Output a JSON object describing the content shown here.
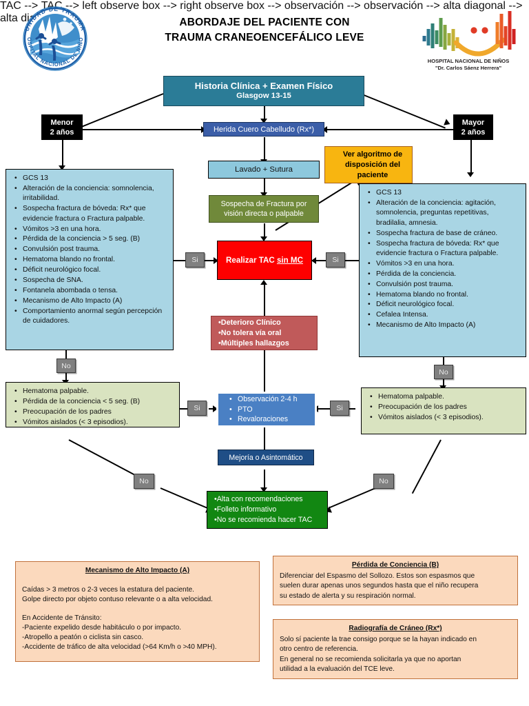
{
  "header": {
    "title_line1": "ABORDAJE DEL PACIENTE CON",
    "title_line2": "TRAUMA CRANEOENCEFÁLICO LEVE",
    "left_logo_name": "UNIDAD DE TRAUMA — HOSPITAL NACIONAL DE NIÑOS",
    "right_logo_caption_line1": "HOSPITAL NACIONAL DE NIÑOS",
    "right_logo_caption_line2": "\"Dr. Carlos Sáenz Herrera\""
  },
  "flow": {
    "start": {
      "line1": "Historia Clínica + Examen Físico",
      "line2": "Glasgow 13-15"
    },
    "wound": "Herida Cuero Cabelludo (Rx*)",
    "wash": "Lavado + Sutura",
    "age_left_line1": "Menor",
    "age_left_line2": "2 años",
    "age_right_line1": "Mayor",
    "age_right_line2": "2 años",
    "see_algorithm": "Ver algoritmo de disposición del paciente",
    "fracture_suspicion_line1": "Sospecha de Fractura por",
    "fracture_suspicion_line2": "visión directa o palpable",
    "ct_prefix": "Realizar TAC ",
    "ct_underlined": "sin MC",
    "deterioration": [
      "•Deterioro Clínico",
      "•No tolera vía oral",
      "•Múltiples hallazgos"
    ],
    "observation": [
      "Observación 2-4 h",
      "PTO",
      "Revaloraciones"
    ],
    "improvement": "Mejoría o Asintomático",
    "discharge": [
      "•Alta con recomendaciones",
      "•Folleto informativo",
      "•No se recomienda hacer TAC"
    ],
    "criteria_under2": [
      "GCS 13",
      "Alteración de la conciencia: somnolencia, irritabilidad.",
      "Sospecha fractura de bóveda: Rx* que evidencie fractura o Fractura palpable.",
      "Vómitos >3 en una hora.",
      "Pérdida de la conciencia > 5 seg. (B)",
      "Convulsión post trauma.",
      "Hematoma blando no frontal.",
      "Déficit neurológico focal.",
      "Sospecha de SNA.",
      "Fontanela abombada o tensa.",
      "Mecanismo de Alto Impacto (A)",
      "Comportamiento anormal según percepción de cuidadores."
    ],
    "criteria_over2": [
      "GCS 13",
      "Alteración de la conciencia: agitación, somnolencia, preguntas repetitivas, bradilalia, amnesia.",
      "Sospecha fractura de base de cráneo.",
      "Sospecha fractura de bóveda: Rx* que evidencie fractura o Fractura palpable.",
      "Vómitos >3 en una hora.",
      "Pérdida de la conciencia.",
      "Convulsión post trauma.",
      "Hematoma blando no frontal.",
      "Déficit neurológico focal.",
      "Cefalea Intensa.",
      "Mecanismo de Alto Impacto (A)"
    ],
    "observe_under2": [
      "Hematoma palpable.",
      "Pérdida de la conciencia < 5 seg. (B)",
      "Preocupación de los padres",
      "Vómitos aislados (< 3 episodios)."
    ],
    "observe_over2": [
      "Hematoma palpable.",
      "Preocupación de los padres",
      "Vómitos aislados (< 3 episodios)."
    ],
    "labels": {
      "yes": "Si",
      "no": "No"
    }
  },
  "legends": [
    {
      "id": "mecanismo",
      "title": "Mecanismo de Alto Impacto (A)",
      "body_top": [
        "Caídas > 3 metros o 2-3 veces la estatura del paciente.",
        "Golpe directo por objeto contuso relevante o a alta velocidad."
      ],
      "body_bottom_heading": "En Accidente de Tránsito:",
      "body_bottom": [
        "-Paciente expelido desde habitáculo o por impacto.",
        "-Atropello a peatón o ciclista sin casco.",
        "-Accidente de tráfico de alta velocidad (>64 Km/h o >40 MPH)."
      ]
    },
    {
      "id": "perdida",
      "title": "Pérdida de Conciencia (B)",
      "lines": [
        "Diferenciar del Espasmo del Sollozo. Estos son espasmos que",
        "suelen durar apenas unos segundos hasta que el niño recupera",
        "su estado de alerta y su respiración normal."
      ]
    },
    {
      "id": "radiografia",
      "title": "Radiografía de Cráneo (Rx*)",
      "lines": [
        "Solo sí paciente la trae consigo porque se la hayan indicado en",
        "otro centro de referencia.",
        "En general no se recomienda solicitarla ya que no aportan",
        "utilidad a la evaluación del TCE leve."
      ]
    }
  ],
  "colors": {
    "teal": "#2b7c97",
    "navy": "#3b5ea8",
    "light_blue": "#8dc8dd",
    "olive": "#70893a",
    "red": "#fe0000",
    "rose": "#c05a5a",
    "green": "#128712",
    "orange": "#f8b510",
    "sky_box": "#a9d5e4",
    "green_box": "#d9e3c0",
    "observation_blue": "#4a80c4",
    "improvement_navy": "#1f4e86",
    "chip_gray": "#808080",
    "legend_peach": "#fbd9bd"
  }
}
